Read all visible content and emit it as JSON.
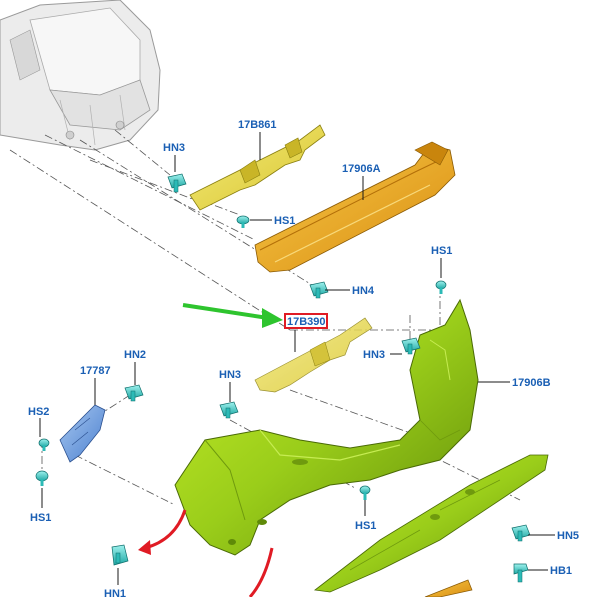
{
  "callouts": {
    "17B861": "17B861",
    "17906A": "17906A",
    "17B390": "17B390",
    "17906B": "17906B",
    "17787": "17787",
    "HN1": "HN1",
    "HN2": "HN2",
    "HN3_top": "HN3",
    "HN3_mid": "HN3",
    "HN3_right": "HN3",
    "HN4": "HN4",
    "HN5": "HN5",
    "HB1": "HB1",
    "HS1_top": "HS1",
    "HS1_right": "HS1",
    "HS1_left": "HS1",
    "HS1_bottom": "HS1",
    "HS2": "HS2"
  },
  "highlight": {
    "callout": "17B390",
    "box_color": "#e01b24",
    "arrow_color": "#2ec42e"
  },
  "colors": {
    "label": "#1a5fb4",
    "bumper_cover": "#9acd1a",
    "reinforcement": "#e8a317",
    "bracket": "#e6d84a",
    "side_bracket": "#6aa0e0",
    "fastener": "#3ed6d0",
    "release_arrow": "#e01b24"
  },
  "icons": [
    "vehicle-rear-outline",
    "push-pin-fastener-icon",
    "screw-fastener-icon",
    "bolt-fastener-icon"
  ]
}
